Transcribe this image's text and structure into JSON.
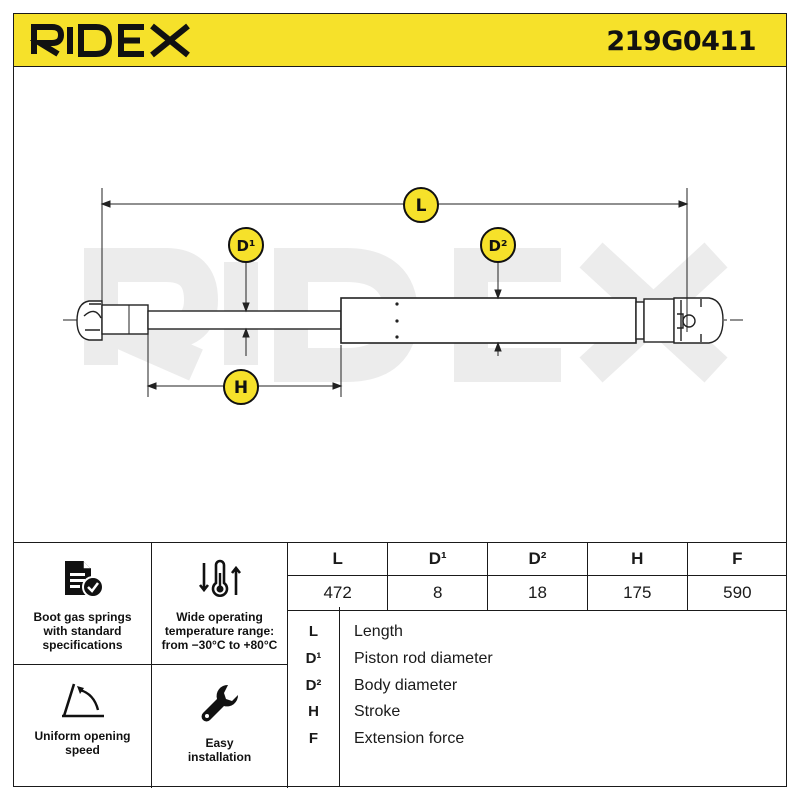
{
  "header": {
    "brand": "RIDEX",
    "part_number": "219G0411",
    "background": "#f6e12a"
  },
  "drawing": {
    "watermark": "RIDEX",
    "labels": {
      "L": "L",
      "D1": "D¹",
      "D2": "D²",
      "H": "H"
    },
    "badge_color": "#f6e12a"
  },
  "features": [
    {
      "icon": "document-check-icon",
      "text": "Boot gas springs\nwith standard\nspecifications"
    },
    {
      "icon": "thermometer-arrows-icon",
      "text": "Wide operating\ntemperature range:\nfrom −30°C to +80°C"
    },
    {
      "icon": "opening-angle-icon",
      "text": "Uniform opening\nspeed"
    },
    {
      "icon": "wrench-icon",
      "text": "Easy\ninstallation"
    }
  ],
  "dimensions": {
    "headers": [
      "L",
      "D¹",
      "D²",
      "H",
      "F"
    ],
    "values": [
      "472",
      "8",
      "18",
      "175",
      "590"
    ]
  },
  "legend": [
    {
      "symbol": "L",
      "description": "Length"
    },
    {
      "symbol": "D¹",
      "description": "Piston rod diameter"
    },
    {
      "symbol": "D²",
      "description": "Body diameter"
    },
    {
      "symbol": "H",
      "description": "Stroke"
    },
    {
      "symbol": "F",
      "description": "Extension force"
    }
  ]
}
